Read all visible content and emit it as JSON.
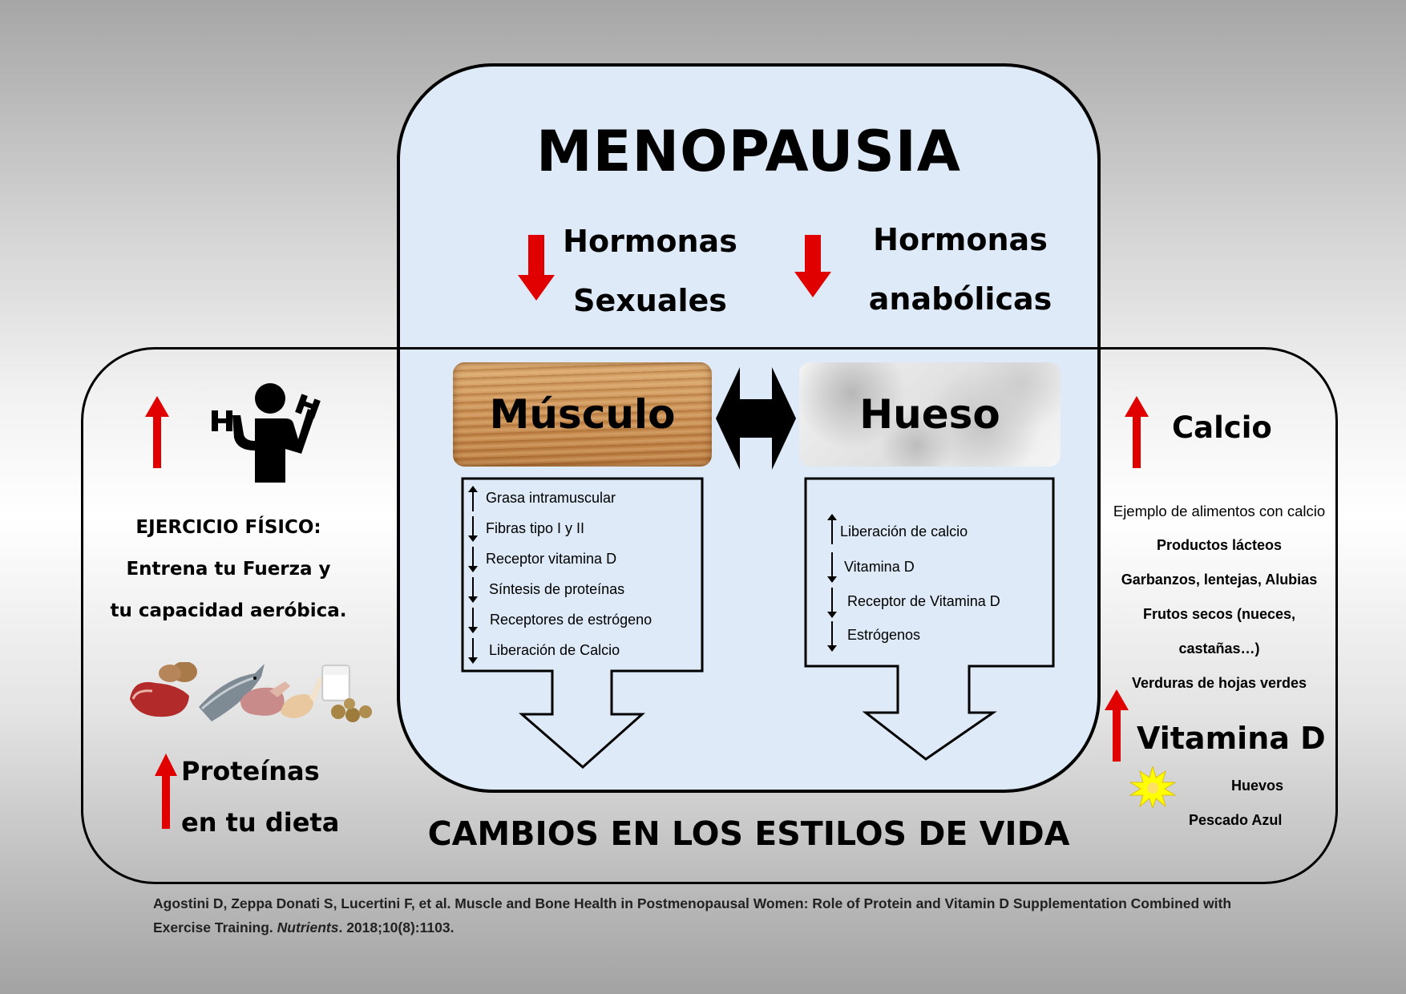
{
  "colors": {
    "accent_red": "#e00000",
    "box_fill": "#deeaf7"
  },
  "header": {
    "title": "MENOPAUSIA",
    "hormones_left": [
      "Hormonas",
      "Sexuales"
    ],
    "hormones_right": [
      "Hormonas",
      "anabólicas"
    ]
  },
  "center": {
    "muscle_label": "Músculo",
    "bone_label": "Hueso",
    "muscle_items": [
      {
        "dir": "up",
        "text": "Grasa intramuscular"
      },
      {
        "dir": "down",
        "text": "Fibras tipo I y II"
      },
      {
        "dir": "down",
        "text": "Receptor vitamina D"
      },
      {
        "dir": "down",
        "text": "Síntesis de proteínas"
      },
      {
        "dir": "down",
        "text": "Receptores de estrógeno"
      },
      {
        "dir": "down",
        "text": "Liberación de Calcio"
      }
    ],
    "bone_items": [
      {
        "dir": "up",
        "text": "Liberación de calcio"
      },
      {
        "dir": "down",
        "text": "Vitamina D"
      },
      {
        "dir": "down",
        "text": "Receptor de Vitamina D"
      },
      {
        "dir": "down",
        "text": "Estrógenos"
      }
    ],
    "footer": "CAMBIOS EN LOS ESTILOS DE VIDA"
  },
  "left": {
    "exercise_lines": [
      "EJERCICIO FÍSICO:",
      "Entrena tu Fuerza y",
      "tu capacidad aeróbica."
    ],
    "protein_lines": [
      "Proteínas",
      "en tu dieta"
    ]
  },
  "right": {
    "calcio": "Calcio",
    "foods_intro": "Ejemplo de alimentos con calcio",
    "foods": [
      "Productos lácteos",
      "Garbanzos, lentejas, Alubias",
      "Frutos secos (nueces,",
      "castañas…)",
      "Verduras de hojas verdes"
    ],
    "vitamin_d": "Vitamina D",
    "vitamin_foods": [
      "Huevos",
      "Pescado Azul"
    ]
  },
  "citation": {
    "text1": "Agostini D, Zeppa Donati S, Lucertini F, et al. Muscle and Bone Health in Postmenopausal Women: Role of Protein and Vitamin D Supplementation Combined with",
    "text2a": "Exercise Training. ",
    "journal": "Nutrients",
    "text2b": ". 2018;10(8):1103."
  }
}
